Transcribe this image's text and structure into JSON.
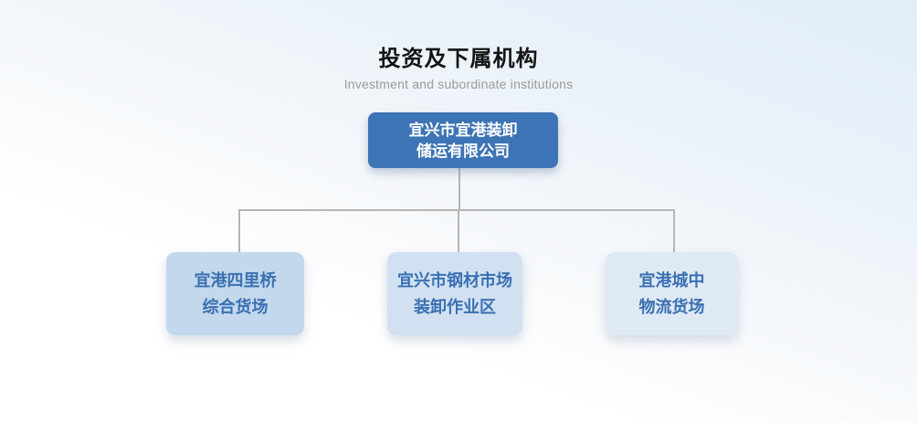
{
  "header": {
    "title": "投资及下属机构",
    "subtitle": "Investment and subordinate institutions"
  },
  "org_chart": {
    "root": {
      "line1": "宜兴市宜港装卸",
      "line2": "储运有限公司"
    },
    "children": [
      {
        "line1": "宜港四里桥",
        "line2": "综合货场"
      },
      {
        "line1": "宜兴市钢材市场",
        "line2": "装卸作业区"
      },
      {
        "line1": "宜港城中",
        "line2": "物流货场"
      }
    ]
  },
  "colors": {
    "root_node_fill": "#3d74b5",
    "root_node_text": "#ffffff",
    "child_node_fills": [
      "#c3d8ec",
      "#d1e1f1",
      "#dfe9f4"
    ],
    "child_node_text": "#3a70b2",
    "connector_line": "#b5b5b5",
    "background_top": "#e2edf8",
    "background_bottom": "#ffffff",
    "title_text": "#141414",
    "subtitle_text": "#9b9b9b"
  }
}
